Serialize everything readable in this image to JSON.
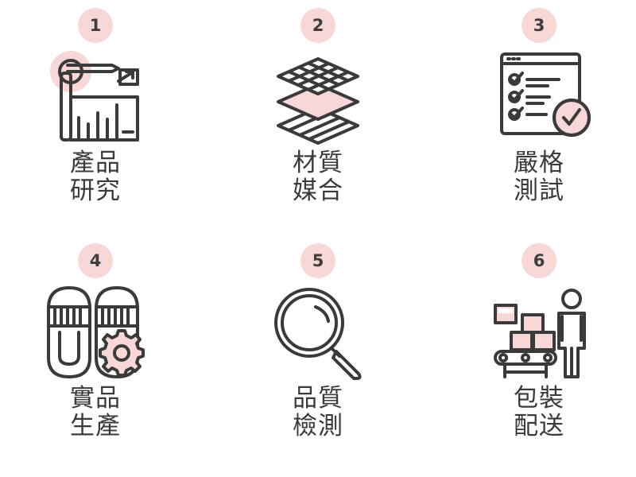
{
  "steps": [
    {
      "number": "1",
      "line1": "產品",
      "line2": "研究",
      "icon": "research-chart-icon"
    },
    {
      "number": "2",
      "line1": "材質",
      "line2": "媒合",
      "icon": "material-layers-icon"
    },
    {
      "number": "3",
      "line1": "嚴格",
      "line2": "測試",
      "icon": "checklist-icon"
    },
    {
      "number": "4",
      "line1": "實品",
      "line2": "生產",
      "icon": "slippers-gear-icon"
    },
    {
      "number": "5",
      "line1": "品質",
      "line2": "檢測",
      "icon": "magnifier-icon"
    },
    {
      "number": "6",
      "line1": "包裝",
      "line2": "配送",
      "icon": "conveyor-worker-icon"
    }
  ],
  "colors": {
    "accent": "#f8d7d7",
    "stroke": "#3a3a3a",
    "background": "#ffffff"
  }
}
